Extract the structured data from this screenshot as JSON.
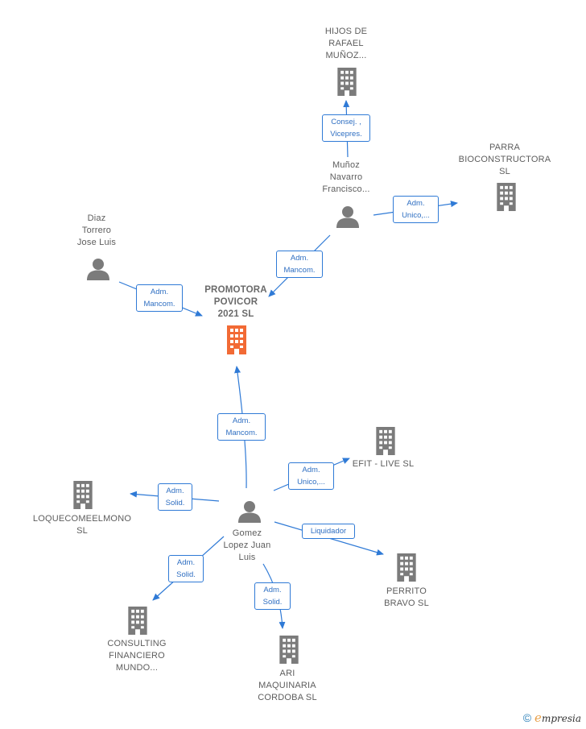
{
  "colors": {
    "edge": "#2f7ad6",
    "node_gray": "#7b7b7b",
    "node_center": "#f26a35"
  },
  "nodes": {
    "hijos": {
      "label": "HIJOS DE\nRAFAEL\nMUÑOZ...",
      "type": "company"
    },
    "parra": {
      "label": "PARRA\nBIOCONSTRUCTORA\nSL",
      "type": "company"
    },
    "munoz": {
      "label": "Muñoz\nNavarro\nFrancisco...",
      "type": "person"
    },
    "diaz": {
      "label": "Diaz\nTorrero\nJose Luis",
      "type": "person"
    },
    "promotora": {
      "label": "PROMOTORA\nPOVICOR\n2021  SL",
      "type": "company-center"
    },
    "efit": {
      "label": "EFIT -  LIVE  SL",
      "type": "company"
    },
    "loquecome": {
      "label": "LOQUECOMEELMONO\nSL",
      "type": "company"
    },
    "gomez": {
      "label": "Gomez\nLopez Juan\nLuis",
      "type": "person"
    },
    "perrito": {
      "label": "PERRITO\nBRAVO SL",
      "type": "company"
    },
    "consulting": {
      "label": "CONSULTING\nFINANCIERO\nMUNDO...",
      "type": "company"
    },
    "ari": {
      "label": "ARI\nMAQUINARIA\nCORDOBA  SL",
      "type": "company"
    }
  },
  "edges": {
    "munoz_hijos": {
      "label": "Consej. ,\nVicepres.",
      "from": "munoz",
      "to": "hijos"
    },
    "munoz_parra": {
      "label": "Adm.\nUnico,...",
      "from": "munoz",
      "to": "parra"
    },
    "munoz_promotora": {
      "label": "Adm.\nMancom.",
      "from": "munoz",
      "to": "promotora"
    },
    "diaz_promotora": {
      "label": "Adm.\nMancom.",
      "from": "diaz",
      "to": "promotora"
    },
    "gomez_promotora": {
      "label": "Adm.\nMancom.",
      "from": "gomez",
      "to": "promotora"
    },
    "gomez_efit": {
      "label": "Adm.\nUnico,...",
      "from": "gomez",
      "to": "efit"
    },
    "gomez_loquecome": {
      "label": "Adm.\nSolid.",
      "from": "gomez",
      "to": "loquecome"
    },
    "gomez_perrito": {
      "label": "Liquidador",
      "from": "gomez",
      "to": "perrito"
    },
    "gomez_consulting": {
      "label": "Adm.\nSolid.",
      "from": "gomez",
      "to": "consulting"
    },
    "gomez_ari": {
      "label": "Adm.\nSolid.",
      "from": "gomez",
      "to": "ari"
    }
  },
  "footer": {
    "copyright_symbol": "©",
    "brand_initial": "e",
    "brand_rest": "mpresia"
  }
}
